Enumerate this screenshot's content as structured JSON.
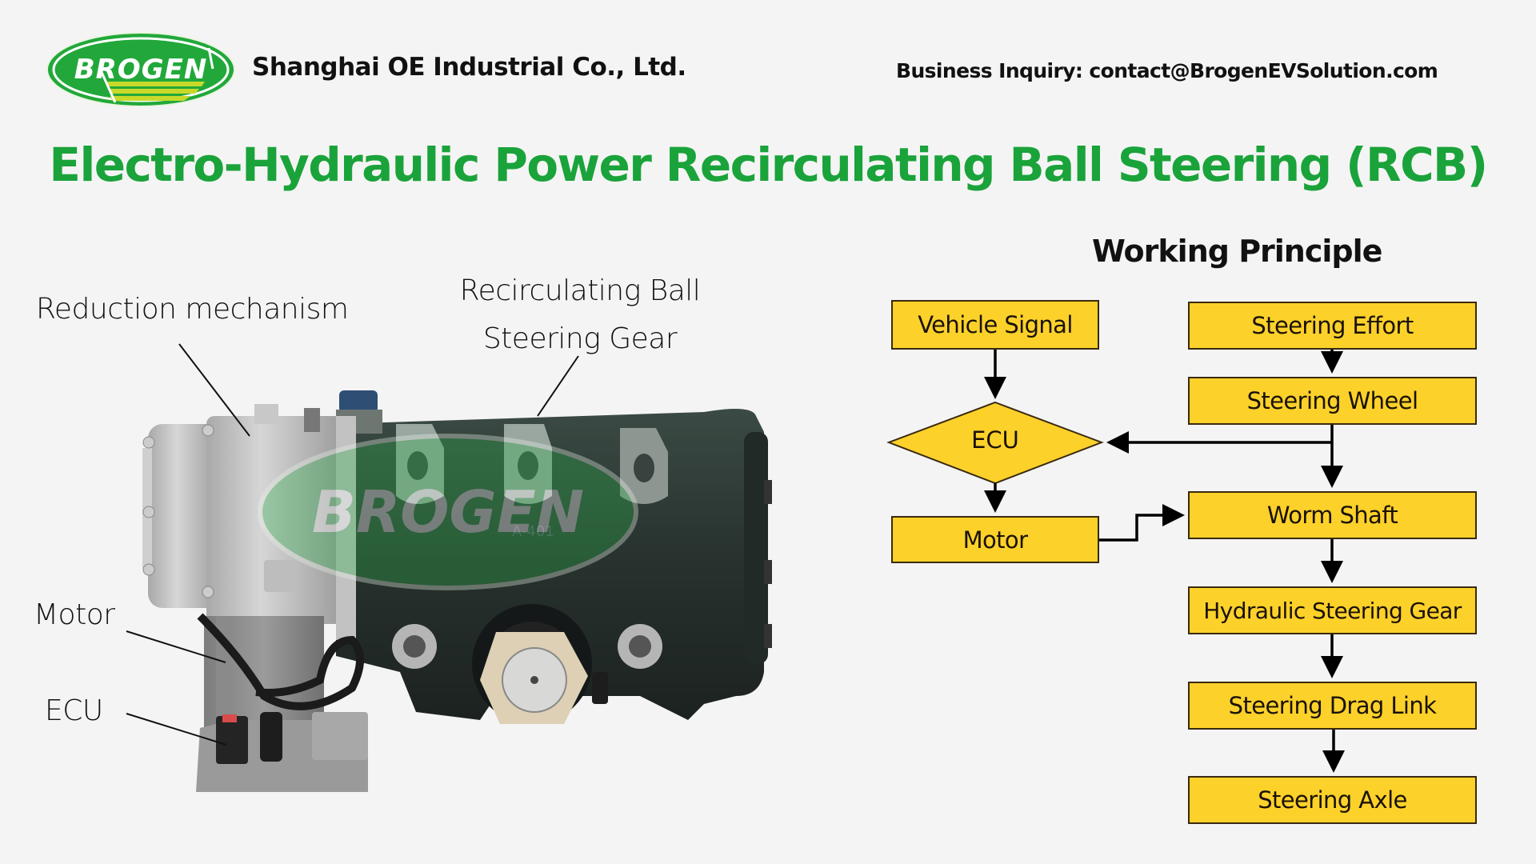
{
  "header": {
    "logo_text": "BROGEN",
    "company_name": "Shanghai OE Industrial Co., Ltd.",
    "business_inquiry": "Business Inquiry: contact@BrogenEVSolution.com"
  },
  "title": "Electro-Hydraulic Power Recirculating Ball Steering (RCB)",
  "product": {
    "labels": {
      "reduction_mechanism": "Reduction mechanism",
      "recirculating_ball_line1": "Recirculating Ball",
      "recirculating_ball_line2": "Steering Gear",
      "motor": "Motor",
      "ecu": "ECU"
    },
    "watermark": "BROGEN",
    "casting_mark": "A-401"
  },
  "working_principle": {
    "title": "Working Principle",
    "nodes": {
      "vehicle_signal": "Vehicle Signal",
      "ecu": "ECU",
      "motor": "Motor",
      "steering_effort": "Steering Effort",
      "steering_wheel": "Steering Wheel",
      "worm_shaft": "Worm Shaft",
      "hydraulic_steering_gear": "Hydraulic Steering Gear",
      "steering_drag_link": "Steering Drag Link",
      "steering_axle": "Steering Axle"
    },
    "edges": [
      [
        "vehicle_signal",
        "ecu"
      ],
      [
        "ecu",
        "motor"
      ],
      [
        "steering_effort",
        "steering_wheel"
      ],
      [
        "steering_wheel",
        "ecu"
      ],
      [
        "steering_wheel",
        "worm_shaft"
      ],
      [
        "motor",
        "worm_shaft"
      ],
      [
        "worm_shaft",
        "hydraulic_steering_gear"
      ],
      [
        "hydraulic_steering_gear",
        "steering_drag_link"
      ],
      [
        "steering_drag_link",
        "steering_axle"
      ]
    ]
  },
  "colors": {
    "brand_green": "#1aa33a",
    "box_yellow": "#fcd12a",
    "logo_stripe": "#c8d92a"
  }
}
